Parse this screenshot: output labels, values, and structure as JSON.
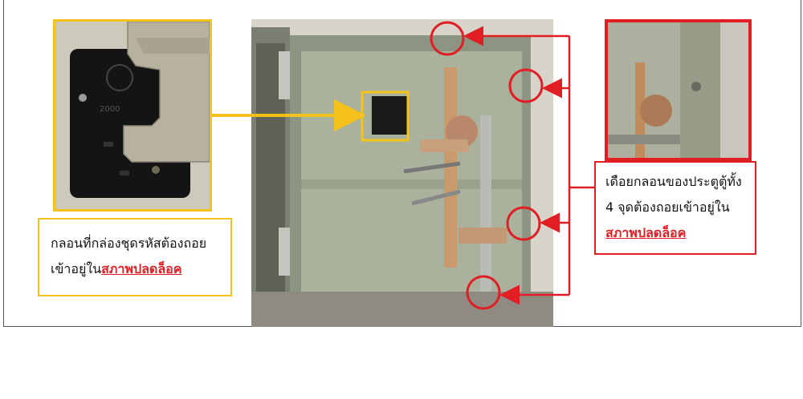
{
  "left_caption": {
    "line1": "กลอนที่กล่องชุดรหัสต้องถอย",
    "line2_prefix": "เข้าอยู่ใน",
    "line2_emphasis": "สภาพปลดล็อค"
  },
  "right_caption": {
    "line1": "เดือยกลอนของประตูตู้ทั้ง",
    "line2": "4 จุดต้องถอยเข้าอยู่ใน",
    "line3_emphasis": "สภาพปลดล็อค"
  },
  "colors": {
    "yellow_accent": "#f4c21a",
    "red_accent": "#e01e24",
    "safe_body": "#8f9784",
    "safe_inner": "#a9b09a"
  }
}
